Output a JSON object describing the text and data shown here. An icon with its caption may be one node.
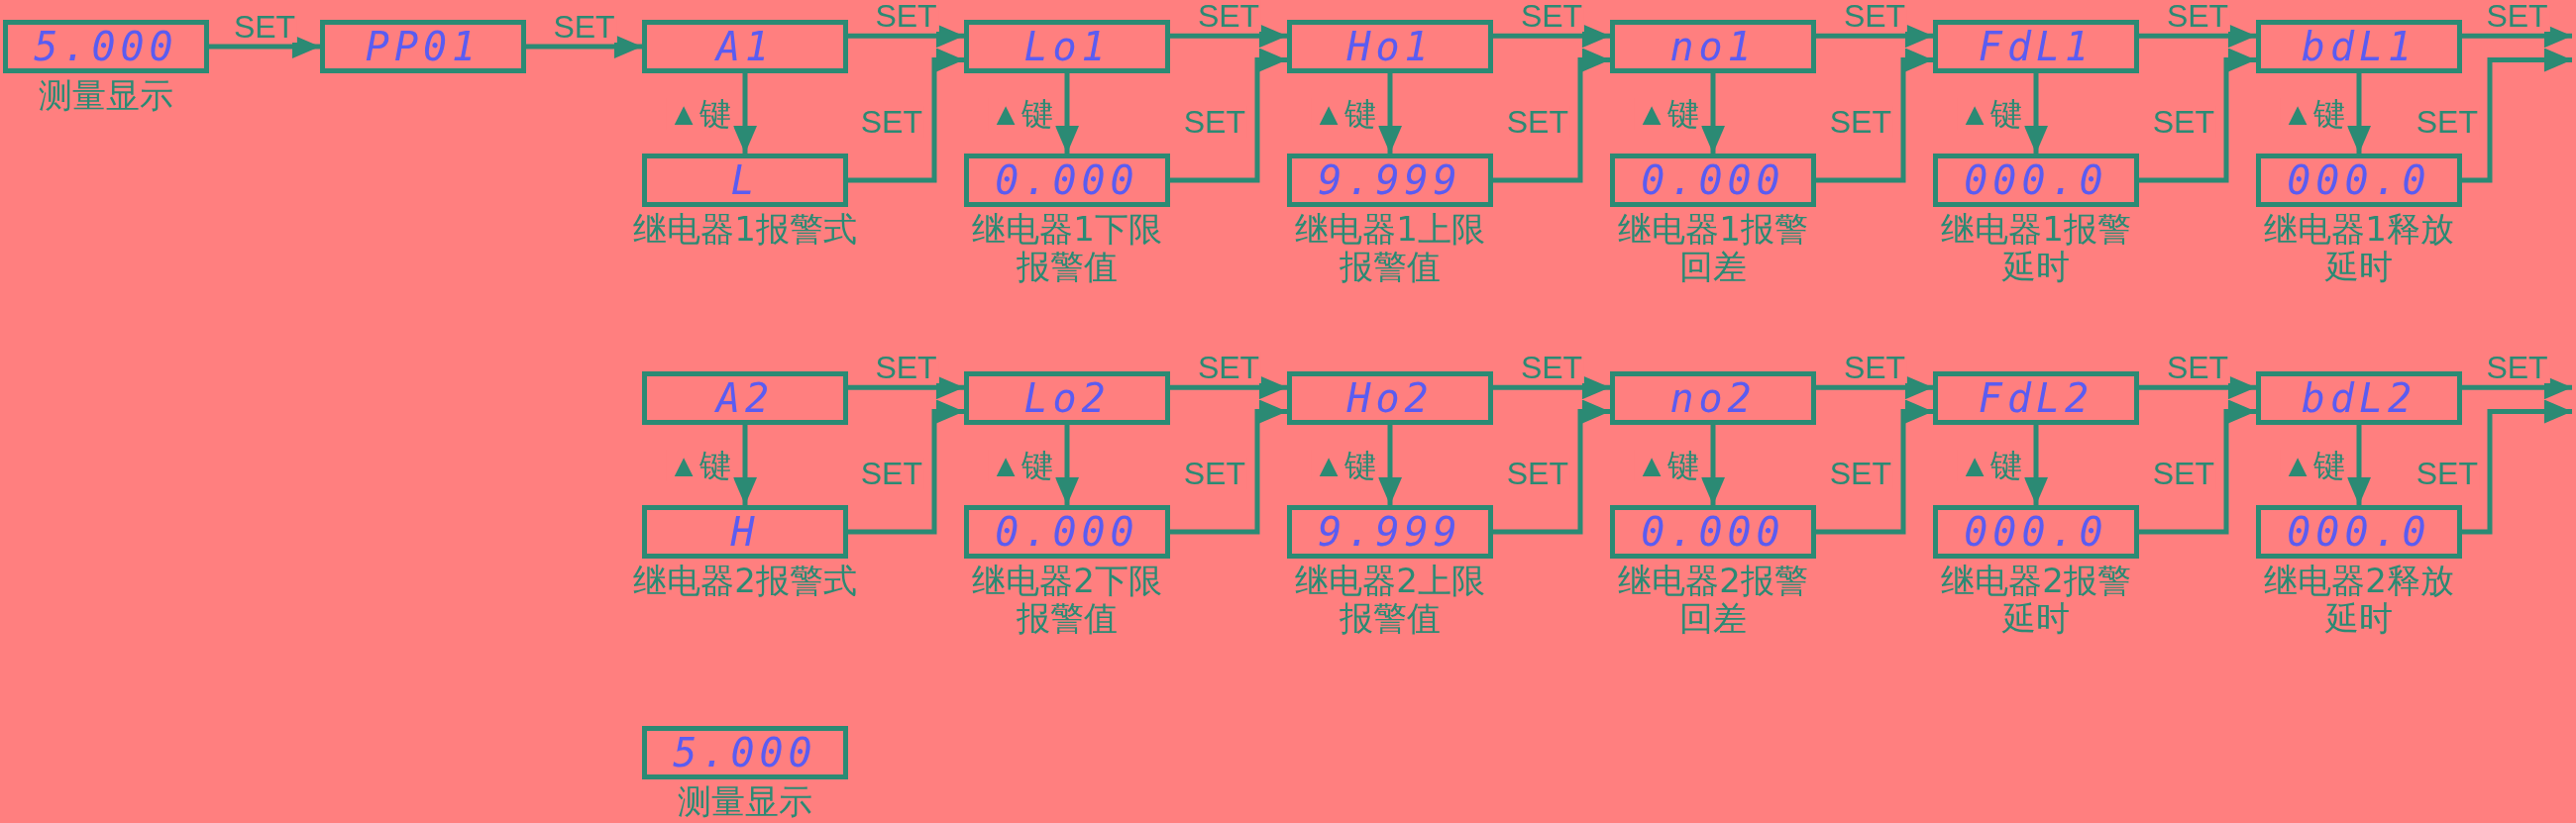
{
  "diagram": {
    "nodes": [
      {
        "text": [
          "5.000"
        ],
        "beside": [
          "测量显示"
        ]
      },
      {
        "text": [
          "PP01"
        ]
      },
      {
        "text": [
          "A1"
        ]
      },
      {
        "text": [
          "L"
        ],
        "beside": [
          "继电器1报警式"
        ]
      },
      {
        "text": [
          "Lo1"
        ]
      },
      {
        "text": [
          "0.000"
        ],
        "beside": [
          "继电器1下限报警值"
        ]
      },
      {
        "text": [
          "Ho1"
        ]
      },
      {
        "text": [
          "9.999"
        ],
        "beside": [
          "继电器1上限报警值"
        ]
      },
      {
        "text": [
          "no1"
        ]
      },
      {
        "text": [
          "0.000"
        ],
        "beside": [
          "继电器1报警回差"
        ]
      },
      {
        "text": [
          "FdL1"
        ]
      },
      {
        "text": [
          "000.0"
        ],
        "beside": [
          "继电器1报警延时"
        ]
      },
      {
        "text": [
          "bdL1"
        ]
      },
      {
        "text": [
          "000.0"
        ],
        "beside": [
          "继电器1释放延时"
        ]
      },
      {
        "text": [
          "A2"
        ]
      },
      {
        "text": [
          "H"
        ],
        "beside": [
          "继电器2报警式"
        ]
      },
      {
        "text": [
          "Lo2"
        ]
      },
      {
        "text": [
          "0.000"
        ],
        "beside": [
          "继电器2下限报警值"
        ]
      },
      {
        "text": [
          "Ho2"
        ]
      },
      {
        "text": [
          "9.999"
        ],
        "beside": [
          "继电器2上限报警值"
        ]
      },
      {
        "text": [
          "no2"
        ]
      },
      {
        "text": [
          "0.000"
        ],
        "beside": [
          "继电器2报警回差"
        ]
      },
      {
        "text": [
          "FdL2"
        ]
      },
      {
        "text": [
          "000.0"
        ],
        "beside": [
          "继电器2报警延时"
        ]
      },
      {
        "text": [
          "bdL2"
        ]
      },
      {
        "text": [
          "000.0"
        ],
        "beside": [
          "继电器2释放延时"
        ]
      },
      {
        "text": [
          "5.000"
        ],
        "beside": [
          "测量显示"
        ]
      }
    ],
    "edges": [
      {
        "from": 0,
        "to": 1,
        "arrow": "to",
        "label": "SET"
      },
      {
        "from": 1,
        "to": 2,
        "arrow": "to",
        "label": "SET"
      },
      {
        "from": 2,
        "to": 3,
        "arrow": "to",
        "label": "▲键"
      },
      {
        "from": 2,
        "to": 4,
        "arrow": "to",
        "label": "SET"
      },
      {
        "from": 3,
        "to": 4,
        "arrow": "to",
        "label": "SET"
      },
      {
        "from": 4,
        "to": 5,
        "arrow": "to",
        "label": "▲键"
      },
      {
        "from": 4,
        "to": 6,
        "arrow": "to",
        "label": "SET"
      },
      {
        "from": 5,
        "to": 6,
        "arrow": "to",
        "label": "SET"
      },
      {
        "from": 6,
        "to": 7,
        "arrow": "to",
        "label": "▲键"
      },
      {
        "from": 6,
        "to": 8,
        "arrow": "to",
        "label": "SET"
      },
      {
        "from": 7,
        "to": 8,
        "arrow": "to",
        "label": "SET"
      },
      {
        "from": 8,
        "to": 9,
        "arrow": "to",
        "label": "▲键"
      },
      {
        "from": 8,
        "to": 10,
        "arrow": "to",
        "label": "SET"
      },
      {
        "from": 9,
        "to": 10,
        "arrow": "to",
        "label": "SET"
      },
      {
        "from": 10,
        "to": 11,
        "arrow": "to",
        "label": "▲键"
      },
      {
        "from": 10,
        "to": 12,
        "arrow": "to",
        "label": "SET"
      },
      {
        "from": 11,
        "to": 12,
        "arrow": "to",
        "label": "SET"
      },
      {
        "from": 12,
        "to": 13,
        "arrow": "to",
        "label": "▲键"
      },
      {
        "from": 12,
        "to": null,
        "arrow": "to",
        "label": "SET"
      },
      {
        "from": 13,
        "to": null,
        "arrow": "to",
        "label": "SET"
      },
      {
        "from": 14,
        "to": 15,
        "arrow": "to",
        "label": "▲键"
      },
      {
        "from": 14,
        "to": 16,
        "arrow": "to",
        "label": "SET"
      },
      {
        "from": 15,
        "to": 16,
        "arrow": "to",
        "label": "SET"
      },
      {
        "from": 16,
        "to": 17,
        "arrow": "to",
        "label": "▲键"
      },
      {
        "from": 16,
        "to": 18,
        "arrow": "to",
        "label": "SET"
      },
      {
        "from": 17,
        "to": 18,
        "arrow": "to",
        "label": "SET"
      },
      {
        "from": 18,
        "to": 19,
        "arrow": "to",
        "label": "▲键"
      },
      {
        "from": 18,
        "to": 20,
        "arrow": "to",
        "label": "SET"
      },
      {
        "from": 19,
        "to": 20,
        "arrow": "to",
        "label": "SET"
      },
      {
        "from": 20,
        "to": 21,
        "arrow": "to",
        "label": "▲键"
      },
      {
        "from": 20,
        "to": 22,
        "arrow": "to",
        "label": "SET"
      },
      {
        "from": 21,
        "to": 22,
        "arrow": "to",
        "label": "SET"
      },
      {
        "from": 22,
        "to": 23,
        "arrow": "to",
        "label": "▲键"
      },
      {
        "from": 22,
        "to": 24,
        "arrow": "to",
        "label": "SET"
      },
      {
        "from": 23,
        "to": 24,
        "arrow": "to",
        "label": "SET"
      },
      {
        "from": 24,
        "to": 25,
        "arrow": "to",
        "label": "▲键"
      },
      {
        "from": 24,
        "to": null,
        "arrow": "to",
        "label": "SET"
      },
      {
        "from": 25,
        "to": null,
        "arrow": "to",
        "label": "SET"
      }
    ]
  }
}
